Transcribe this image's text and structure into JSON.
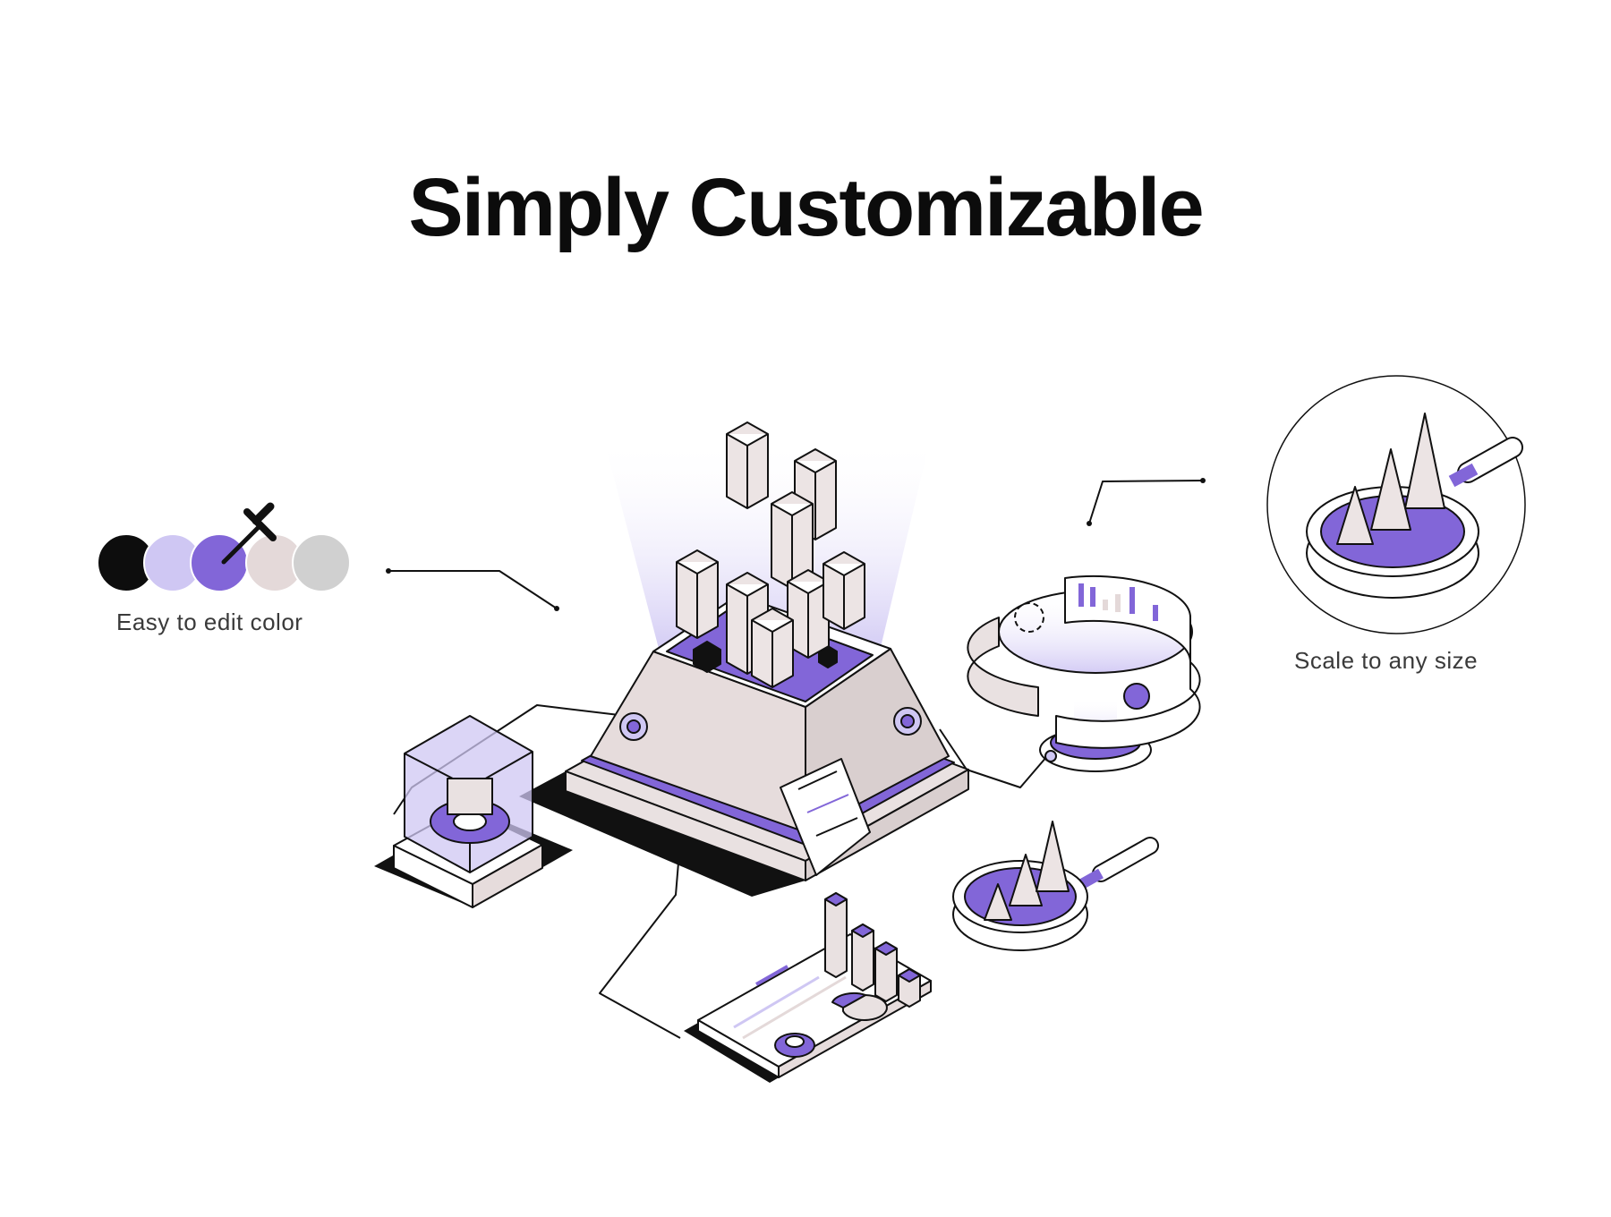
{
  "title": "Simply Customizable",
  "features": {
    "color": {
      "caption": "Easy to edit color"
    },
    "scale": {
      "caption": "Scale to any size"
    }
  },
  "palette": {
    "swatches": [
      "#0d0d0d",
      "#cfc7f3",
      "#8266d8",
      "#e4d9d9",
      "#d0d0d0"
    ],
    "accent": "#8266d8",
    "accent_light": "#cfc7f3",
    "neutral": "#e4d9d9",
    "ink": "#111111"
  },
  "icons": {
    "eyedropper": "eyedropper-icon",
    "magnifier": "magnifying-glass-icon"
  }
}
